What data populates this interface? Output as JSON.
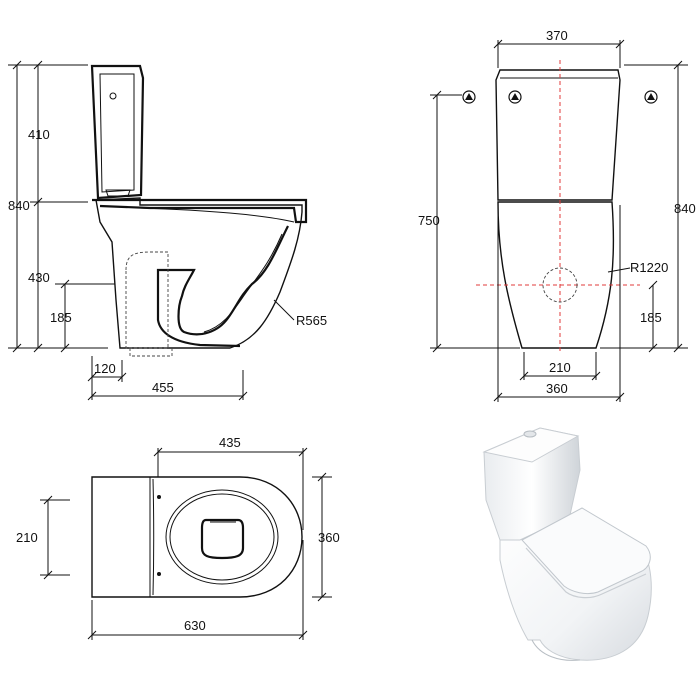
{
  "side_view": {
    "h_total": "840",
    "h_cistern": "410",
    "h_bowl": "430",
    "h_outlet": "185",
    "w_offset": "120",
    "w_depth": "455",
    "radius": "R565"
  },
  "front_view": {
    "w_top": "370",
    "h_total": "840",
    "h_750": "750",
    "h_outlet": "185",
    "radius": "R1220",
    "w_base": "210",
    "w_360": "360"
  },
  "top_view": {
    "w_435": "435",
    "w_630": "630",
    "h_210": "210",
    "h_360": "360"
  },
  "colors": {
    "line": "#111111",
    "axis": "#e23b3b",
    "ceramic": "#ffffff"
  },
  "icons": [
    "shield-bolt-icon",
    "shield-bolt-icon",
    "shield-bolt-icon"
  ]
}
